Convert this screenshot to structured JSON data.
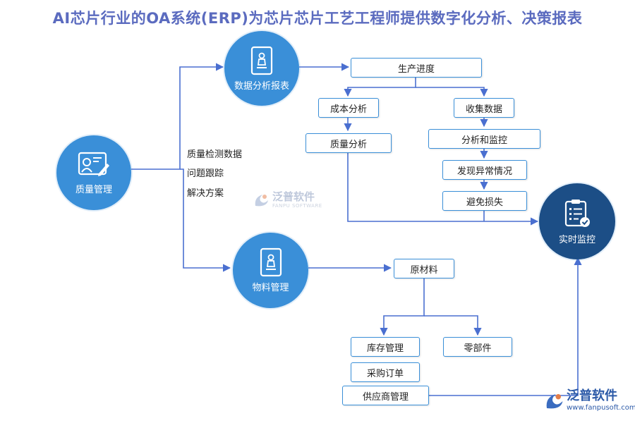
{
  "title": "AI芯片行业的OA系统(ERP)为芯片芯片工艺工程师提供数字化分析、决策报表",
  "nodes": {
    "quality_mgmt": "质量管理",
    "data_report": "数据分析报表",
    "material_mgmt": "物料管理",
    "realtime_monitor": "实时监控"
  },
  "boxes": {
    "production_progress": "生产进度",
    "cost_analysis": "成本分析",
    "collect_data": "收集数据",
    "quality_analysis": "质量分析",
    "analyze_monitor": "分析和监控",
    "detect_anomaly": "发现异常情况",
    "avoid_loss": "避免损失",
    "raw_material": "原材料",
    "inventory_mgmt": "库存管理",
    "parts": "零部件",
    "purchase_order": "采购订单",
    "supplier_mgmt": "供应商管理"
  },
  "notes": [
    "质量检测数据",
    "问题跟踪",
    "解决方案"
  ],
  "watermark_center": {
    "cn": "泛普软件",
    "en": "FANPU SOFTWARE"
  },
  "watermark_corner": {
    "cn": "泛普软件",
    "url": "www.fanpusoft.com"
  },
  "colors": {
    "primary": "#3a8fd8",
    "dark": "#1c4e86",
    "title": "#5b6bbf",
    "line": "#4a6fd0"
  }
}
